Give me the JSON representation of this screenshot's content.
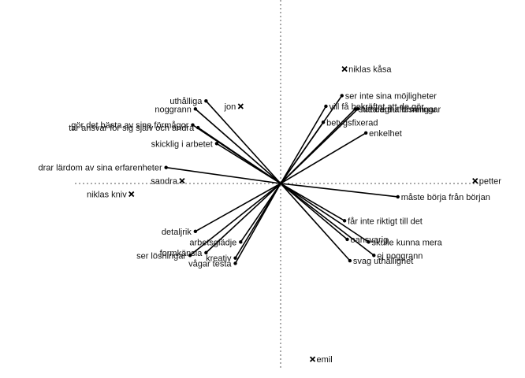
{
  "chart_data": {
    "type": "scatter",
    "title": "",
    "xlabel": "",
    "ylabel": "",
    "grid": false,
    "origin": [
      0,
      0
    ],
    "xlim": [
      -1.0,
      0.88
    ],
    "ylim": [
      -0.68,
      0.66
    ],
    "variables": [
      {
        "label": "uthålliga",
        "x": -0.28,
        "y": 0.31
      },
      {
        "label": "noggrann",
        "x": -0.32,
        "y": 0.28
      },
      {
        "label": "gör det bästa av sina förmågor",
        "x": -0.33,
        "y": 0.22
      },
      {
        "label": "tar ansvar för sig själv och andra",
        "x": -0.31,
        "y": 0.21
      },
      {
        "label": "skicklig i arbetet",
        "x": -0.24,
        "y": 0.15
      },
      {
        "label": "drar lärdom av sina erfarenheter",
        "x": -0.43,
        "y": 0.06
      },
      {
        "label": "detaljrik",
        "x": -0.32,
        "y": -0.18
      },
      {
        "label": "arbetsglädje",
        "x": -0.15,
        "y": -0.22
      },
      {
        "label": "formkänsla",
        "x": -0.28,
        "y": -0.26
      },
      {
        "label": "ser lösningar",
        "x": -0.34,
        "y": -0.27
      },
      {
        "label": "kreativ",
        "x": -0.17,
        "y": -0.28
      },
      {
        "label": "vågar testa",
        "x": -0.17,
        "y": -0.3
      },
      {
        "label": "ser inte sina möjligheter",
        "x": 0.23,
        "y": 0.33
      },
      {
        "label": "vill få bekräftat att de gör",
        "x": 0.17,
        "y": 0.29
      },
      {
        "label": "hitta egna lösningar",
        "x": 0.29,
        "y": 0.28
      },
      {
        "label": "standardutformningar",
        "x": 0.28,
        "y": 0.28
      },
      {
        "label": "betygsfixerad",
        "x": 0.16,
        "y": 0.23
      },
      {
        "label": "enkelhet",
        "x": 0.32,
        "y": 0.19
      },
      {
        "label": "måste börja från början",
        "x": 0.44,
        "y": -0.05
      },
      {
        "label": "får inte riktigt till det",
        "x": 0.24,
        "y": -0.14
      },
      {
        "label": "oansvarig",
        "x": 0.25,
        "y": -0.21
      },
      {
        "label": "skulle kunna mera",
        "x": 0.33,
        "y": -0.22
      },
      {
        "label": "ej noggrann",
        "x": 0.35,
        "y": -0.27
      },
      {
        "label": "svag uthållighet",
        "x": 0.26,
        "y": -0.29
      }
    ],
    "individuals": [
      {
        "label": "niklas kåsa",
        "x": 0.24,
        "y": 0.43
      },
      {
        "label": "jon",
        "x": -0.15,
        "y": 0.29
      },
      {
        "label": "sandra",
        "x": -0.37,
        "y": 0.01
      },
      {
        "label": "niklas kniv",
        "x": -0.56,
        "y": -0.04
      },
      {
        "label": "petter",
        "x": 0.73,
        "y": 0.01
      },
      {
        "label": "emil",
        "x": 0.12,
        "y": -0.66
      }
    ]
  }
}
